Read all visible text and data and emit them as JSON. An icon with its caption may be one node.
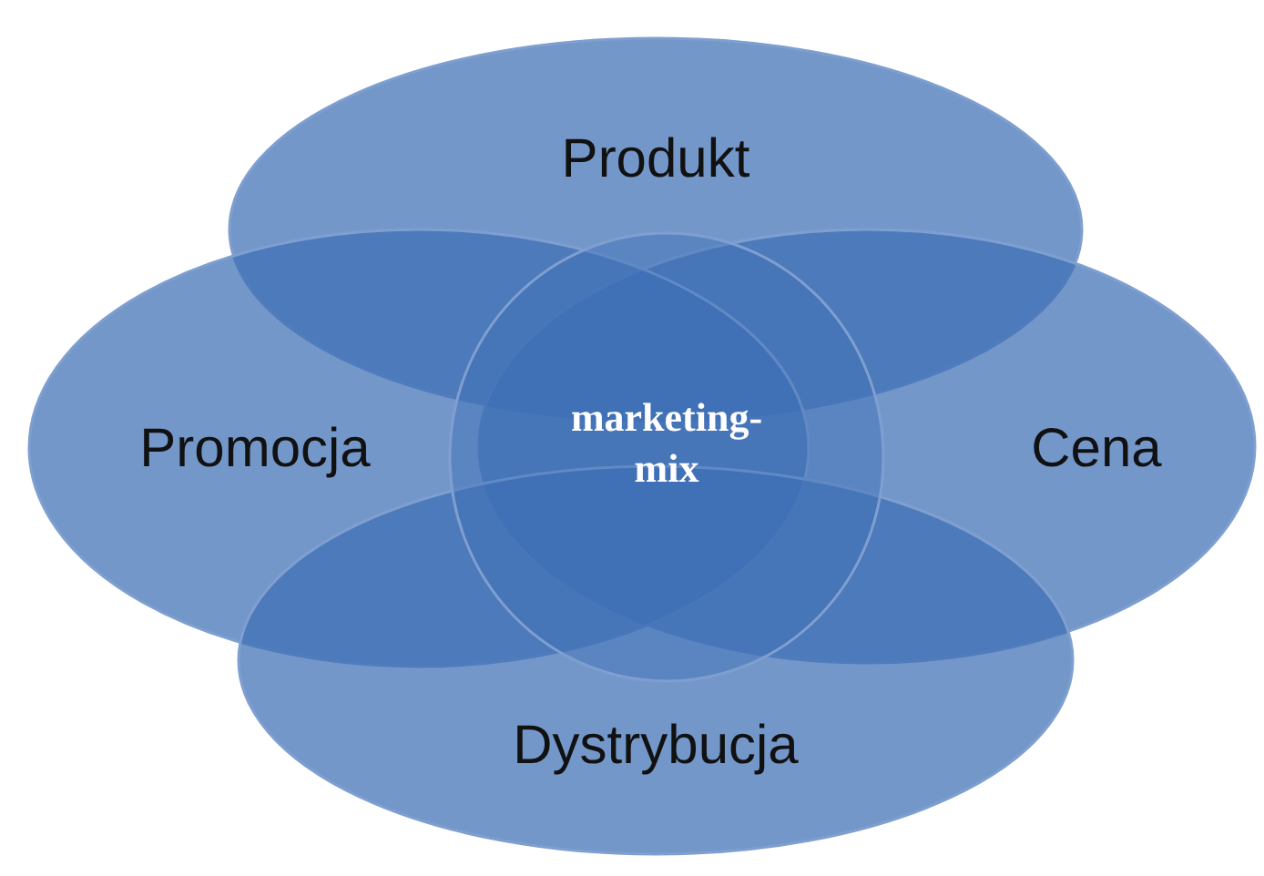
{
  "diagram": {
    "nodes": [
      {
        "text": [
          "Produkt"
        ]
      },
      {
        "text": [
          "Promocja"
        ]
      },
      {
        "text": [
          "marketing-mix"
        ]
      },
      {
        "text": [
          "Cena"
        ]
      },
      {
        "text": [
          "Dystrybucja"
        ]
      }
    ]
  }
}
